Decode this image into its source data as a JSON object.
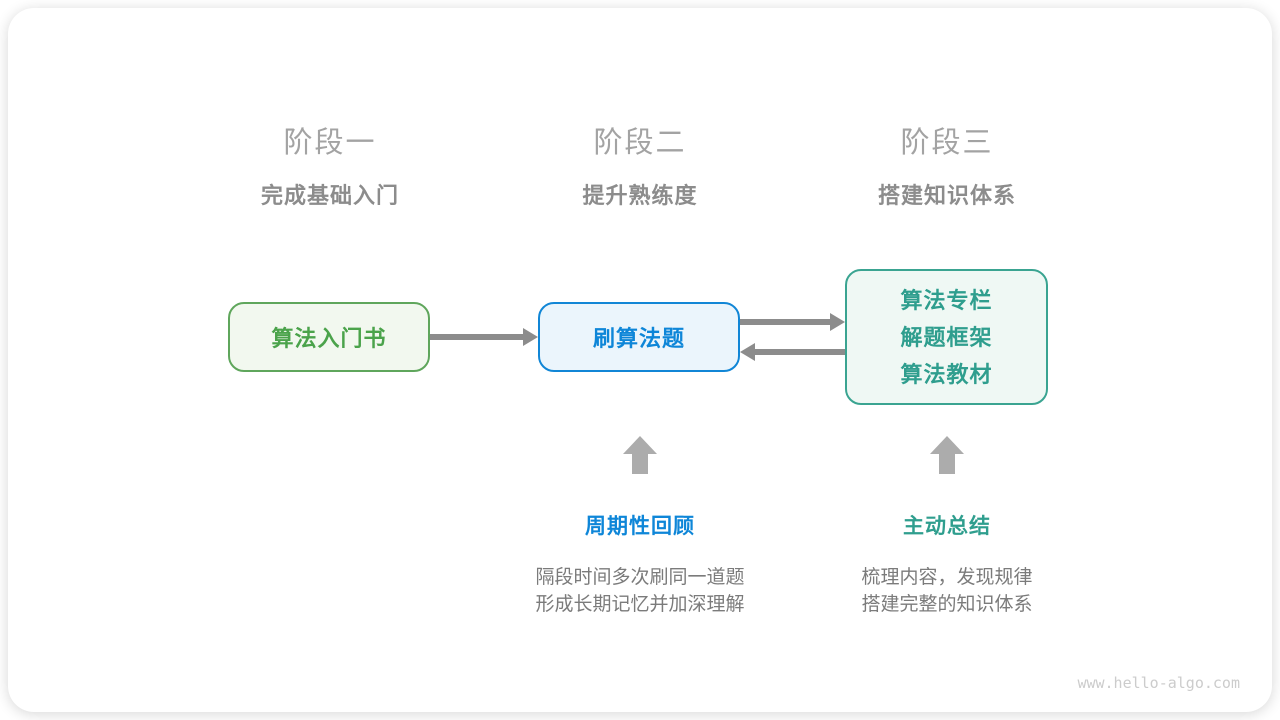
{
  "stages": [
    {
      "title": "阶段一",
      "subtitle": "完成基础入门"
    },
    {
      "title": "阶段二",
      "subtitle": "提升熟练度"
    },
    {
      "title": "阶段三",
      "subtitle": "搭建知识体系"
    }
  ],
  "boxes": [
    {
      "label": "算法入门书"
    },
    {
      "label": "刷算法题"
    },
    {
      "lines": [
        "算法专栏",
        "解题框架",
        "算法教材"
      ]
    }
  ],
  "annotations": [
    {
      "title": "周期性回顾",
      "lines": [
        "隔段时间多次刷同一道题",
        "形成长期记忆并加深理解"
      ]
    },
    {
      "title": "主动总结",
      "lines": [
        "梳理内容，发现规律",
        "搭建完整的知识体系"
      ]
    }
  ],
  "watermark": "www.hello-algo.com",
  "colors": {
    "green_text": "#4BA34B",
    "green_border": "#5FA65C",
    "green_bg": "#F2F8EF",
    "blue_text": "#0E86D8",
    "blue_border": "#1186D6",
    "blue_bg": "#EBF5FC",
    "teal_text": "#2F9E8E",
    "teal_border": "#3AA491",
    "teal_bg": "#EFF8F4",
    "connector_arrow": "#8C8C8C",
    "block_up_arrow": "#ACACAC",
    "stage_title": "#A3A3A3",
    "stage_subtitle": "#8C8C8C",
    "description_text": "#7B7B7B",
    "watermark_text": "#CCCCCC"
  }
}
